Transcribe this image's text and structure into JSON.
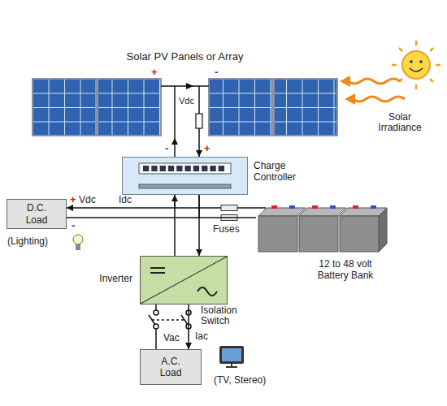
{
  "diagram": {
    "nodes": [
      {
        "text": [
          "Solar PV Panels or Array"
        ]
      },
      {
        "text": [
          "Charge Controller"
        ]
      },
      {
        "text": [
          "D.C. Load",
          "(Lighting)"
        ]
      },
      {
        "text": [
          "12 to 48 volt Battery Bank"
        ]
      },
      {
        "text": [
          "Inverter"
        ]
      },
      {
        "text": [
          "A.C. Load",
          "(TV, Stereo)"
        ]
      }
    ],
    "edges": [
      {
        "from": 1,
        "to": 0,
        "arrow": "to"
      },
      {
        "from": 0,
        "to": 1,
        "arrow": "to"
      },
      {
        "from": 1,
        "to": 2,
        "arrow": "to"
      },
      {
        "from": 1,
        "to": 3,
        "arrow": "none"
      },
      {
        "from": 4,
        "to": 1,
        "arrow": "to"
      },
      {
        "from": 1,
        "to": 4,
        "arrow": "to"
      },
      {
        "from": 4,
        "to": 5,
        "arrow": "to"
      }
    ],
    "labels": [
      "+",
      "-",
      "Vdc",
      "-",
      "+",
      "Solar Irradiance",
      "+",
      "Vdc",
      "Idc",
      "-",
      "Fuses",
      "Isolation Switch",
      "Vac",
      "Iac"
    ]
  }
}
